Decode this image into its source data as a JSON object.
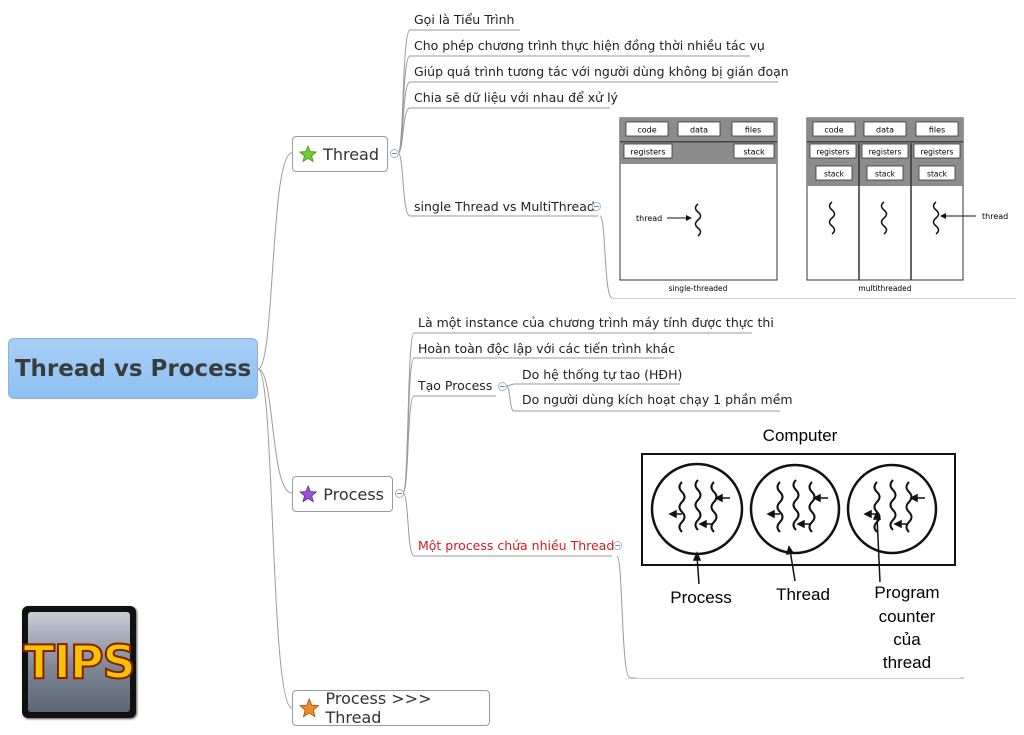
{
  "root": {
    "label": "Thread vs Process"
  },
  "thread": {
    "label": "Thread",
    "items": [
      "Gọi là Tiểu Trình",
      "Cho phép chương trình thực hiện đồng thời nhiều tác vụ",
      "Giúp quá trình tương tác với người dùng không bị gián đoạn",
      "Chia sẽ dữ liệu với nhau để xử lý",
      "single Thread vs MultiThread"
    ]
  },
  "thread_diagram": {
    "single": {
      "code": "code",
      "data": "data",
      "files": "files",
      "registers": "registers",
      "stack": "stack",
      "thread": "thread",
      "caption": "single-threaded"
    },
    "multi": {
      "code": "code",
      "data": "data",
      "files": "files",
      "registers": "registers",
      "stack": "stack",
      "thread": "thread",
      "caption": "multithreaded"
    }
  },
  "process": {
    "label": "Process",
    "items": [
      "Là một instance của chương trình máy tính được thực thi",
      "Hoàn toàn độc lập với các tiến trình khác",
      "Tạo Process",
      "Một process chứa nhiều Thread"
    ],
    "create_items": [
      "Do hệ thống tự tao (HĐH)",
      "Do người dùng kích hoạt chạy 1 phần mềm"
    ]
  },
  "process_diagram": {
    "title": "Computer",
    "label_process": "Process",
    "label_thread": "Thread",
    "label_pc_1": "Program",
    "label_pc_2": "counter",
    "label_pc_3": "của",
    "label_pc_4": "thread"
  },
  "compare": {
    "label": "Process >>> Thread"
  },
  "tips": {
    "label": "TIPS"
  },
  "colors": {
    "star_green": "#6fcf2f",
    "star_purple": "#9b4fd6",
    "star_orange": "#f08a2c",
    "root_fill": "#9dc9f5",
    "red_text": "#d61c1c"
  }
}
